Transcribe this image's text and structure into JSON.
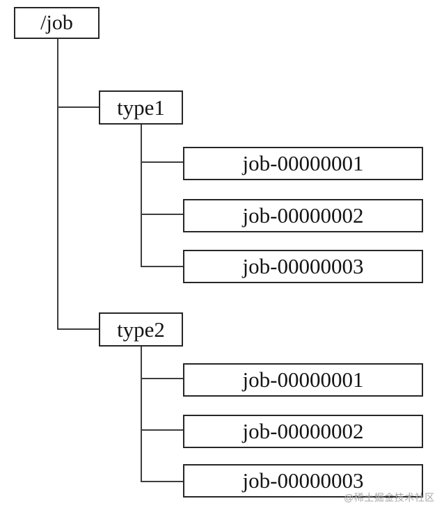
{
  "diagram": {
    "root": {
      "label": "/job"
    },
    "groups": [
      {
        "label": "type1",
        "children": [
          "job-00000001",
          "job-00000002",
          "job-00000003"
        ]
      },
      {
        "label": "type2",
        "children": [
          "job-00000001",
          "job-00000002",
          "job-00000003"
        ]
      }
    ],
    "watermark": {
      "text": "@稀土掘金技术社区"
    },
    "colors": {
      "background": "#ffffff",
      "box_border": "#262626",
      "line": "#3d3d3d",
      "text": "#141414",
      "watermark": "#a6a6a6"
    }
  }
}
